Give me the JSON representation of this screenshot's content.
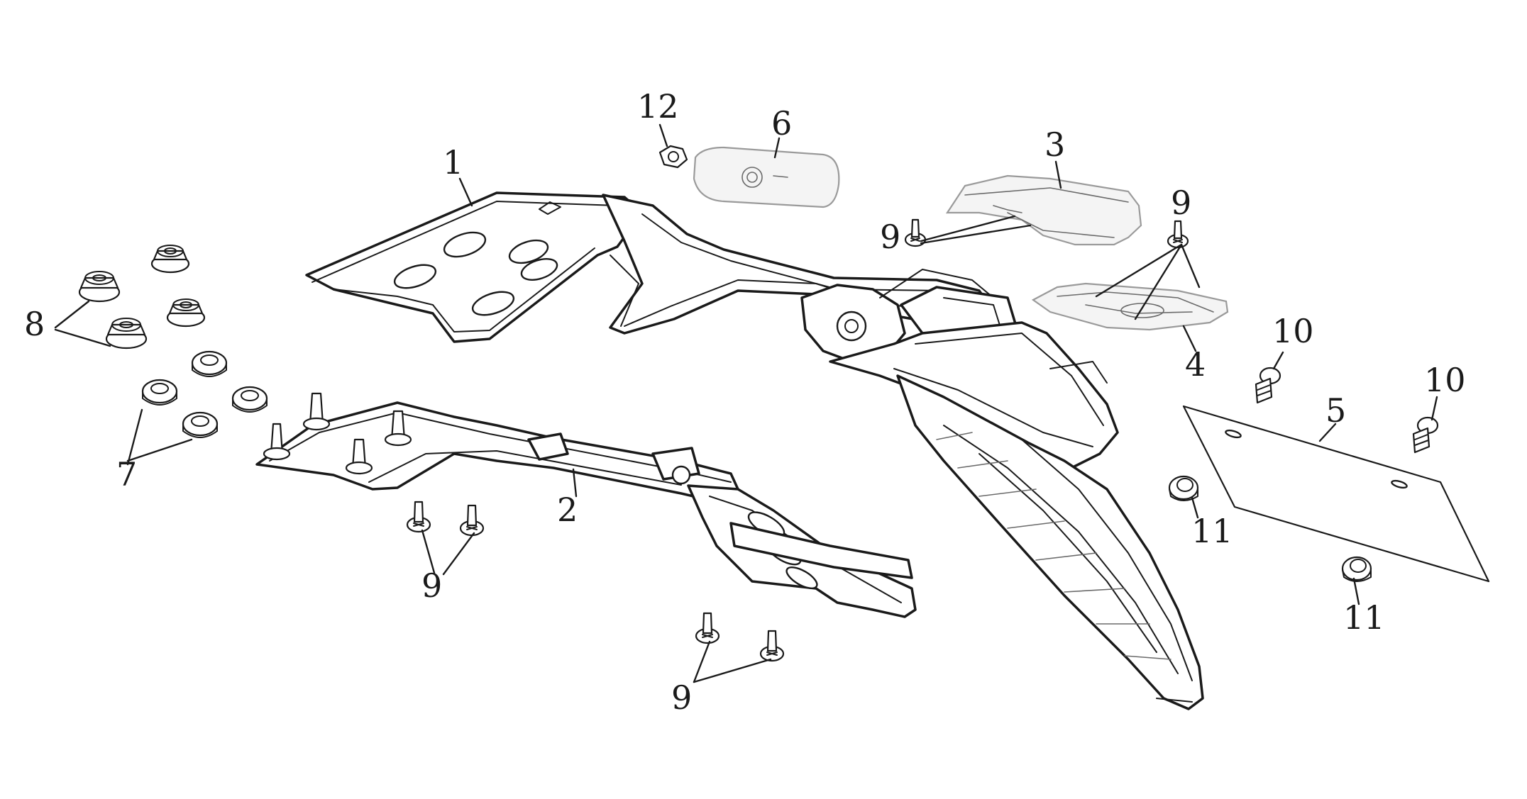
{
  "callouts": {
    "c1": "1",
    "c2": "2",
    "c3": "3",
    "c4": "4",
    "c5": "5",
    "c6": "6",
    "c7": "7",
    "c8": "8",
    "c9_top_left": "9",
    "c9_top_right": "9",
    "c9_middle": "9",
    "c9_bottom": "9",
    "c10_left": "10",
    "c10_right": "10",
    "c11_left": "11",
    "c11_right": "11",
    "c12": "12"
  },
  "colors": {
    "line": "#1a1a1a",
    "background": "#ffffff",
    "light_part_fill": "#f4f4f4",
    "light_part_stroke": "#9a9a9a"
  }
}
